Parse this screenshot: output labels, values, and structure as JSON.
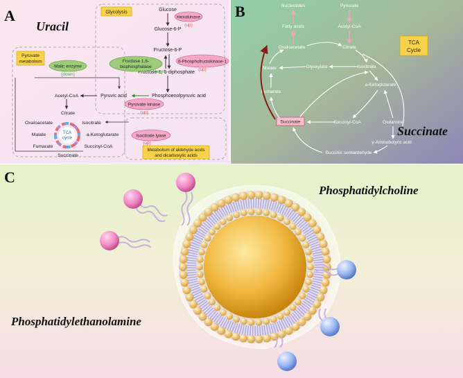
{
  "panelA": {
    "letter": "A",
    "title": "Uracil",
    "glycolysis_box": "Glycolysis",
    "pyruvate_box": [
      "Pyruvate",
      "metabolism"
    ],
    "nodes": {
      "glucose": "Glucose",
      "glucose6p": "Glucose-6-P",
      "fructose6p": "Fructose-6-P",
      "fructose16bp": "Fructose-1, 6-diphosphate",
      "pep": "Phosphoenolpyruvic acid",
      "pyruvic": "Pyruvic acid",
      "acetylcoa": "Acetyl-CoA",
      "citrate": "Citrate",
      "oxaloacetate": "Oxaloacetate",
      "isocitrate": "Isocitrate",
      "malate": "Malate",
      "aketo": "a-Ketoglutarate",
      "fumarate": "Fumarate",
      "succinylcoa": "Succinyl-CoA",
      "succinate": "Succinate",
      "tca": [
        "TCA",
        "cycle"
      ]
    },
    "enzymes": {
      "hexokinase": "Hexokinase",
      "hexokinase_reg": "(up)",
      "f16bpase": [
        "Fructose 1,6-",
        "bisphosphatase"
      ],
      "f16bpase_reg": "(down)",
      "pfk": "6-Phosphofructokinase-1",
      "pfk_reg": "(up)",
      "malic": "Malic enzyme",
      "malic_reg": "(down)",
      "pk": "Pyruvate kinase",
      "pk_reg": "(up)",
      "icl": "Isocitrate lyase",
      "icl_reg": "(up)"
    },
    "metabolism_box": [
      "Metabolism of aldehyde acids",
      "and dicarboxylic acids"
    ]
  },
  "panelB": {
    "letter": "B",
    "title": "Succinate",
    "tca_box": [
      "TCA",
      "Cycle"
    ],
    "nodes": {
      "nucleotides": "Nucleotides",
      "pyruvate": "Pyruvate",
      "fattyacids": "Fatty acids",
      "acetylcoa": "Acetyl-CoA",
      "oxaloacetate": "Oxaloacetate",
      "citrate": "Citrate",
      "malate": "Malate",
      "glyoxylate": "Glyoxylate",
      "isocitrate": "Isocitrate",
      "fumarate": "Fumarate",
      "aketo": "a-Ketoglutarate",
      "succinate": "Succinate",
      "succinylcoa": "Succinyl-CoA",
      "glutamine": "Glutamine",
      "gaba": "γ-Aminobutyric acid",
      "ssa": "Succinic semialdehyde"
    }
  },
  "panelC": {
    "letter": "C",
    "label_pc": "Phosphatidylcholine",
    "label_pe": "Phosphatidylethanolamine"
  },
  "colors": {
    "up_red": "#d9534f",
    "down_green": "#4aa84a",
    "pink_lipid": "#f28cc8",
    "blue_lipid": "#9cb8f2",
    "gold_head": "#f0c060"
  }
}
